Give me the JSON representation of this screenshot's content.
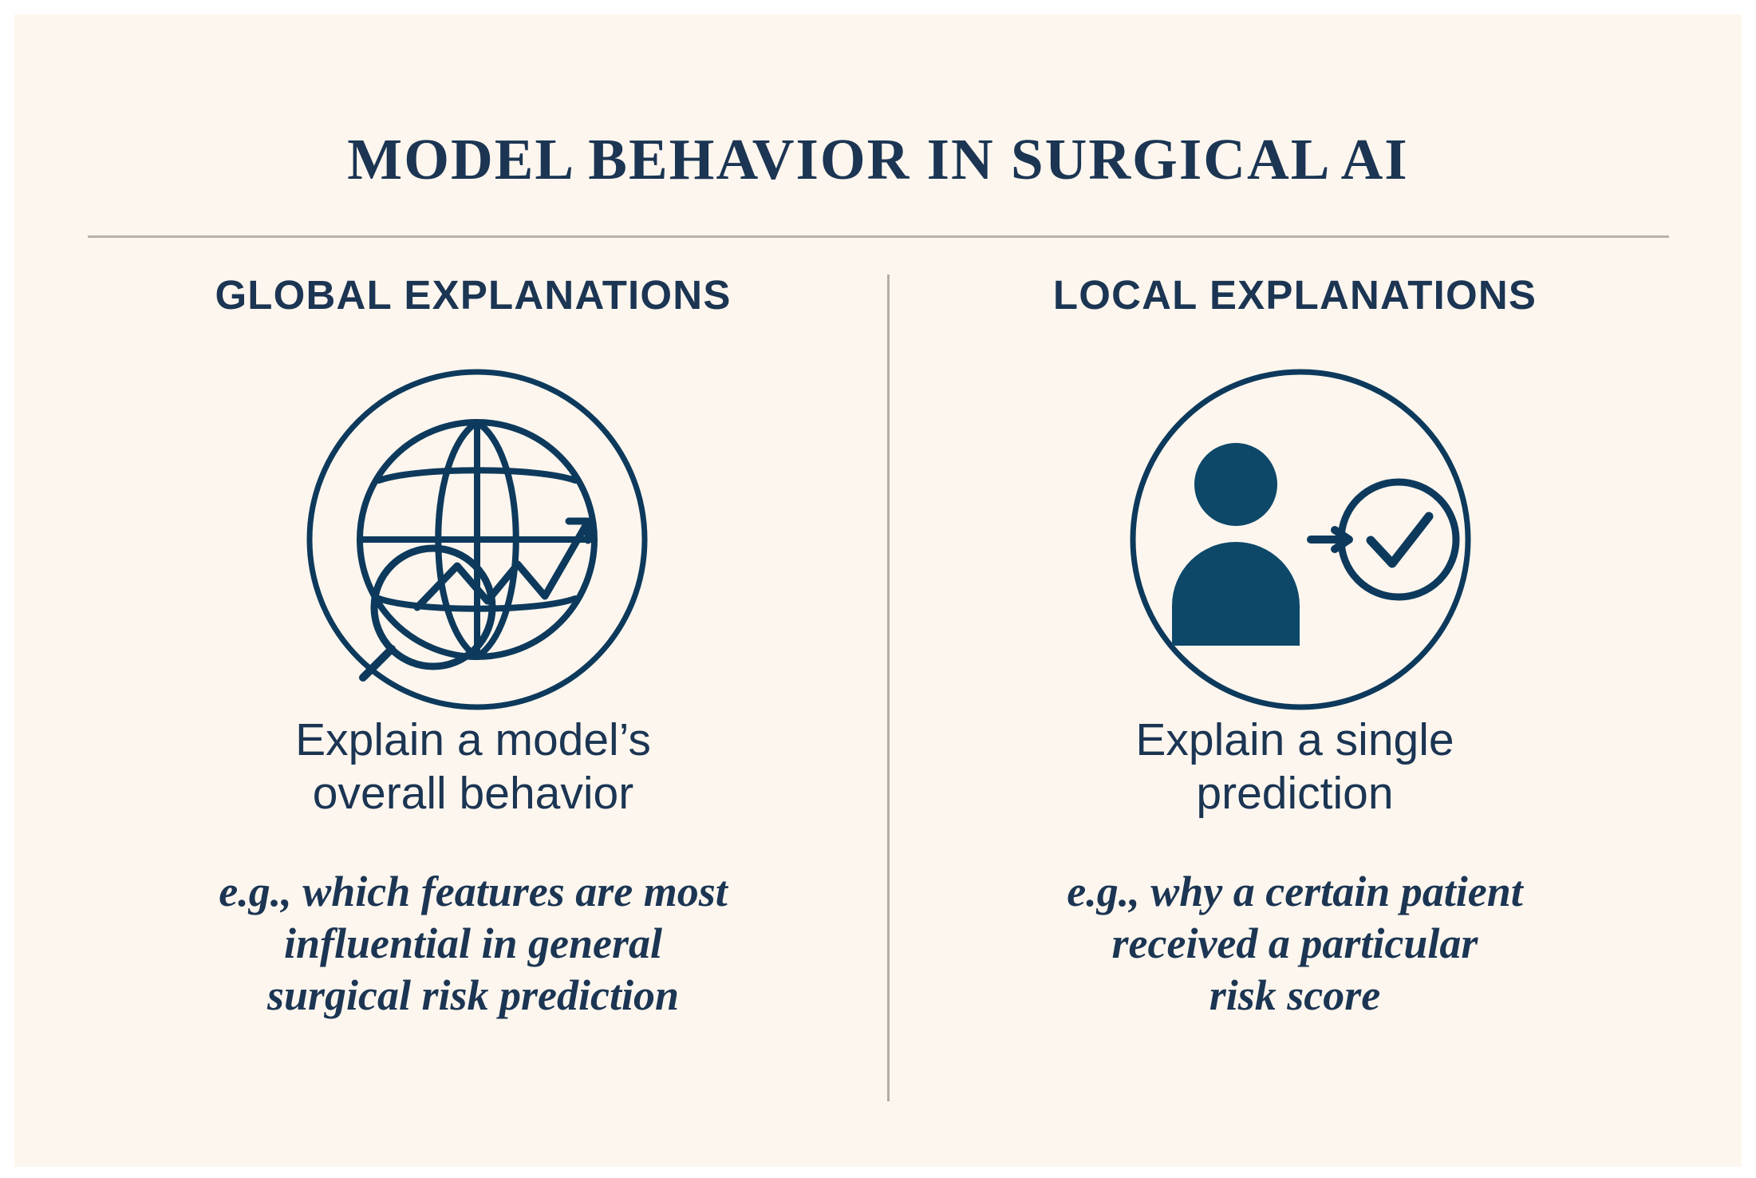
{
  "page": {
    "title": "MODEL BEHAVIOR IN SURGICAL AI",
    "background_color": "#fdf6ee",
    "ink_color": "#1b3553",
    "rule_color": "#b9b2a8"
  },
  "columns": [
    {
      "id": "global",
      "heading": "GLOBAL EXPLANATIONS",
      "icon": "globe-magnifier-trendline-icon",
      "body": "Explain a model’s\noverall behavior",
      "example": "e.g., which features are most\ninfluential in general\nsurgical risk prediction"
    },
    {
      "id": "local",
      "heading": "LOCAL EXPLANATIONS",
      "icon": "person-arrow-checkmark-icon",
      "body": "Explain a single\nprediction",
      "example": "e.g., why a certain patient\nreceived a particular\nrisk score"
    }
  ]
}
